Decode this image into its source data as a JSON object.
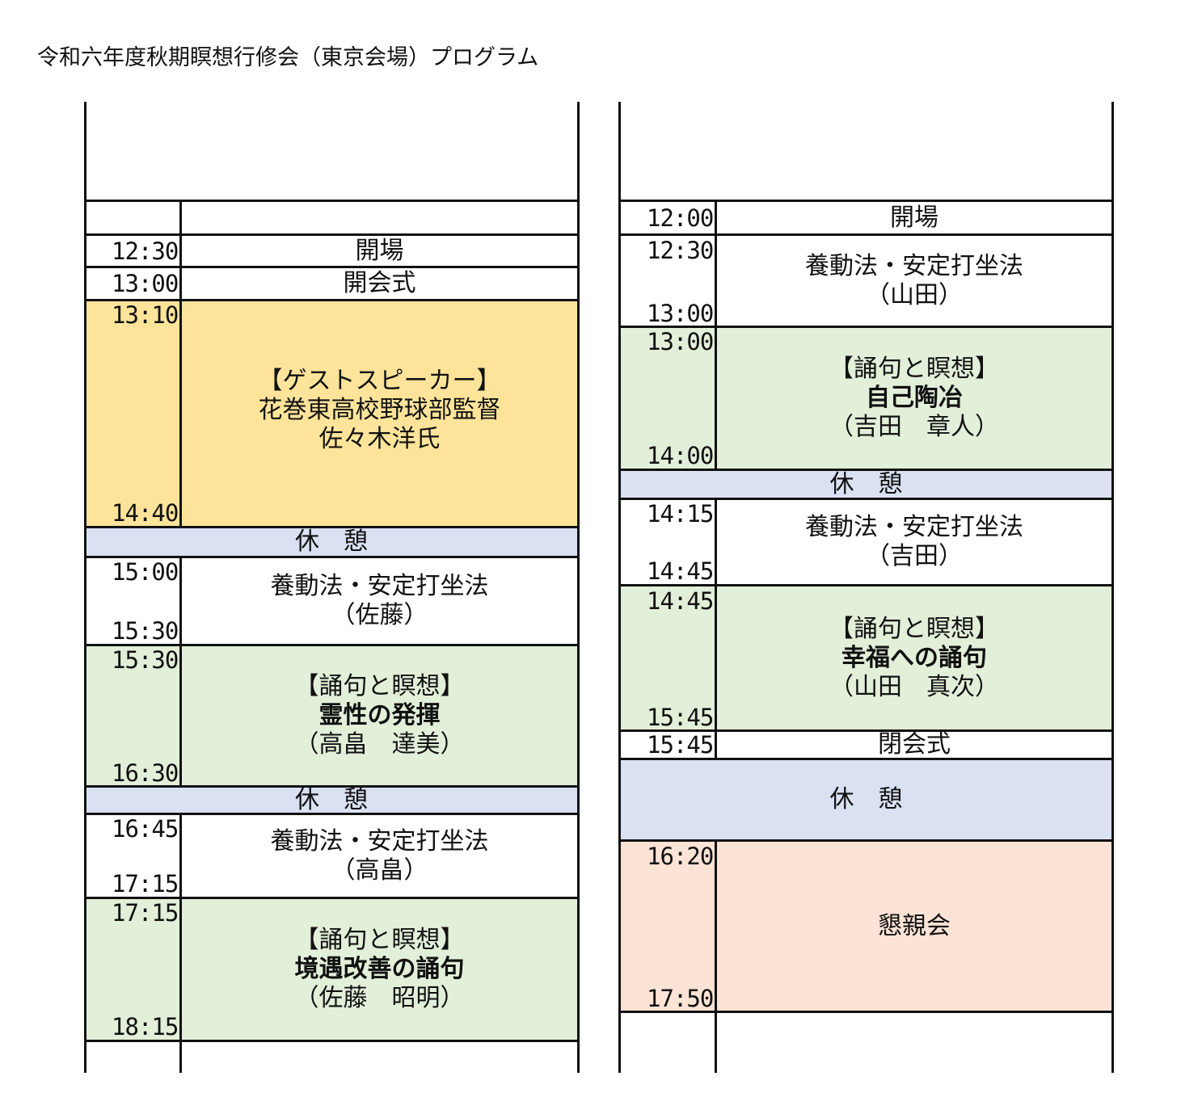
{
  "title": "令和六年度秋期瞑想行修会（東京会場）プログラム",
  "colors": {
    "guest": "#fde49a",
    "meditation": "#e2efd9",
    "break": "#d9e1f2",
    "party": "#fbe3d6",
    "line": "#111111"
  },
  "day1": {
    "r_open": {
      "start": "12:30",
      "label": "開場"
    },
    "r_ceremony": {
      "start": "13:00",
      "label": "開会式"
    },
    "r_guest": {
      "start": "13:10",
      "end": "14:40",
      "l1": "【ゲストスピーカー】",
      "l2": "花巻東高校野球部監督",
      "l3": "佐々木洋氏"
    },
    "r_break1": {
      "label": "休　憩"
    },
    "r_yodo1": {
      "start": "15:00",
      "end": "15:30",
      "l1": "養動法・安定打坐法",
      "l2": "（佐藤）"
    },
    "r_med1": {
      "start": "15:30",
      "end": "16:30",
      "l1": "【誦句と瞑想】",
      "l2": "霊性の発揮",
      "l3": "（高畠　達美）"
    },
    "r_break2": {
      "label": "休　憩"
    },
    "r_yodo2": {
      "start": "16:45",
      "end": "17:15",
      "l1": "養動法・安定打坐法",
      "l2": "（高畠）"
    },
    "r_med2": {
      "start": "17:15",
      "end": "18:15",
      "l1": "【誦句と瞑想】",
      "l2": "境遇改善の誦句",
      "l3": "（佐藤　昭明）"
    }
  },
  "day2": {
    "r_open": {
      "start": "12:00",
      "label": "開場"
    },
    "r_yodo1": {
      "start": "12:30",
      "end": "13:00",
      "l1": "養動法・安定打坐法",
      "l2": "（山田）"
    },
    "r_med1": {
      "start": "13:00",
      "end": "14:00",
      "l1": "【誦句と瞑想】",
      "l2": "自己陶冶",
      "l3": "（吉田　章人）"
    },
    "r_break1": {
      "label": "休　憩"
    },
    "r_yodo2": {
      "start": "14:15",
      "end": "14:45",
      "l1": "養動法・安定打坐法",
      "l2": "（吉田）"
    },
    "r_med2": {
      "start": "14:45",
      "end": "15:45",
      "l1": "【誦句と瞑想】",
      "l2": "幸福への誦句",
      "l3": "（山田　真次）"
    },
    "r_close": {
      "start": "15:45",
      "label": "閉会式"
    },
    "r_break2": {
      "label": "休　憩"
    },
    "r_party": {
      "start": "16:20",
      "end": "17:50",
      "label": "懇親会"
    }
  }
}
